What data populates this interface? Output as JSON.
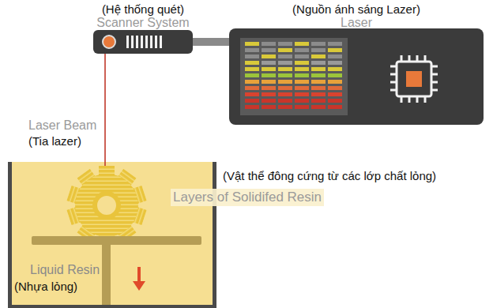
{
  "diagram": {
    "nodes": [
      {
        "text": [
          "(Hệ thống quét)",
          "Scanner System"
        ]
      },
      {
        "text": [
          "(Nguồn ánh sáng Lazer)",
          "Laser"
        ]
      }
    ],
    "edges": [
      {
        "from": 0,
        "to": 1,
        "arrow": "none"
      }
    ],
    "labels": [
      "Laser Beam",
      "(Tia lazer)",
      "(Vật thể đông cứng từ các lớp chất lỏng)",
      "Layers of Solidifed Resin",
      "Liquid Resin",
      "(Nhựa lỏng)"
    ]
  }
}
